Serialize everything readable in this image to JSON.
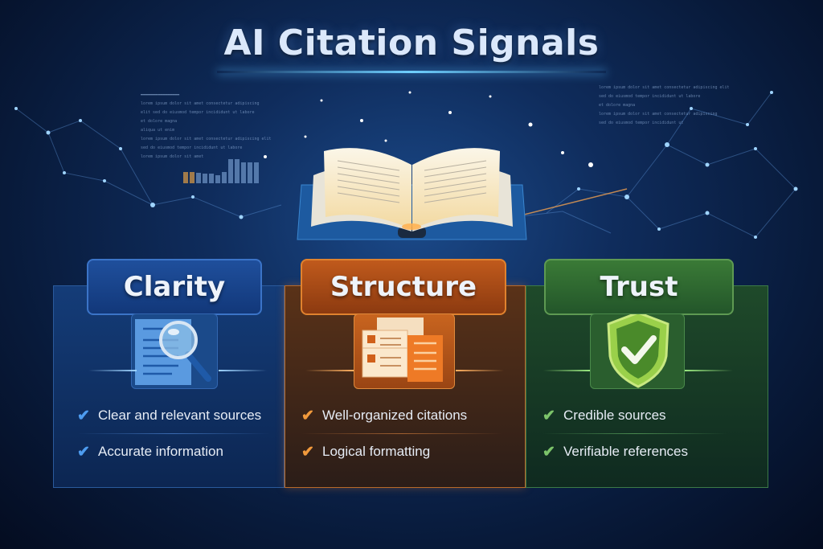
{
  "title": "AI Citation Signals",
  "colors": {
    "background": "#0b1f45",
    "clarity_accent": "#1f4f9c",
    "structure_accent": "#c05a1c",
    "trust_accent": "#3a7a36",
    "clarity_check": "#4d9cf0",
    "structure_check": "#f29a3c",
    "trust_check": "#7cc46a"
  },
  "hero": {
    "icon": "open-book-icon"
  },
  "columns": [
    {
      "heading": "Clarity",
      "icon": "document-magnifier-icon",
      "items": [
        "Clear and relevant sources",
        "Accurate information"
      ]
    },
    {
      "heading": "Structure",
      "icon": "checklist-documents-icon",
      "items": [
        "Well-organized citations",
        "Logical formatting"
      ]
    },
    {
      "heading": "Trust",
      "icon": "shield-check-icon",
      "items": [
        "Credible sources",
        "Verifiable references"
      ]
    }
  ],
  "check_glyph": "✔"
}
